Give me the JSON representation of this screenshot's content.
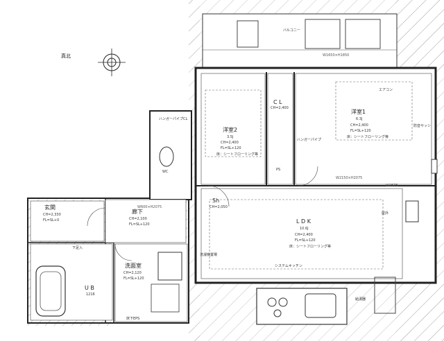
{
  "north_label": "真北",
  "rooms": {
    "western2": {
      "name": "洋室2",
      "area": "3.5J",
      "ch": "CH=2,400",
      "fl": "FL=SL+120",
      "finish": "床：シートフローリング等"
    },
    "western1": {
      "name": "洋室1",
      "area": "6.3J",
      "ch": "CH=2,400",
      "fl": "FL=SL+120",
      "finish": "床：シートフローリング等"
    },
    "cl": {
      "name": "C L",
      "ch": "CH=2,400"
    },
    "ldk": {
      "name": "L D K",
      "area": "10.6J",
      "ch": "CH=2,400",
      "fl": "FL=SL+120",
      "finish": "床：シートフローリング等"
    },
    "shoe": {
      "name": "Sh",
      "ch": "CH=2,050"
    },
    "entrance": {
      "name": "玄関",
      "ch": "CH=2,330",
      "fl": "FL=SL+0"
    },
    "hallway": {
      "name": "廊下",
      "ch": "CH=2,100",
      "fl": "FL=SL+120"
    },
    "washroom": {
      "name": "洗面室",
      "ch": "CH=2,120",
      "fl": "FL=SL+120"
    },
    "bath": {
      "name": "U B",
      "size": "1216"
    },
    "wc": {
      "name": "WC"
    },
    "closet": {
      "name": "ハンガーパイプCL"
    },
    "balcony": {
      "name": "バルコニー"
    }
  },
  "annotations": {
    "top_dim": "W1650×H1850",
    "mid_dim": "W2150×H2075",
    "right_dim": "W2575",
    "hanger": "ハンガーパイプ",
    "hall_storage": "下足入",
    "ac": "エアコン",
    "kitchen_note": "システムキッチン",
    "pipe_note": "PS",
    "hall_dim": "W600×H2075",
    "util_note": "洗濯機置場",
    "heater_note": "給湯器",
    "bottom_note1": "床下EPS",
    "bottom_note2": "屋外",
    "window_note": "防音サッシ"
  }
}
